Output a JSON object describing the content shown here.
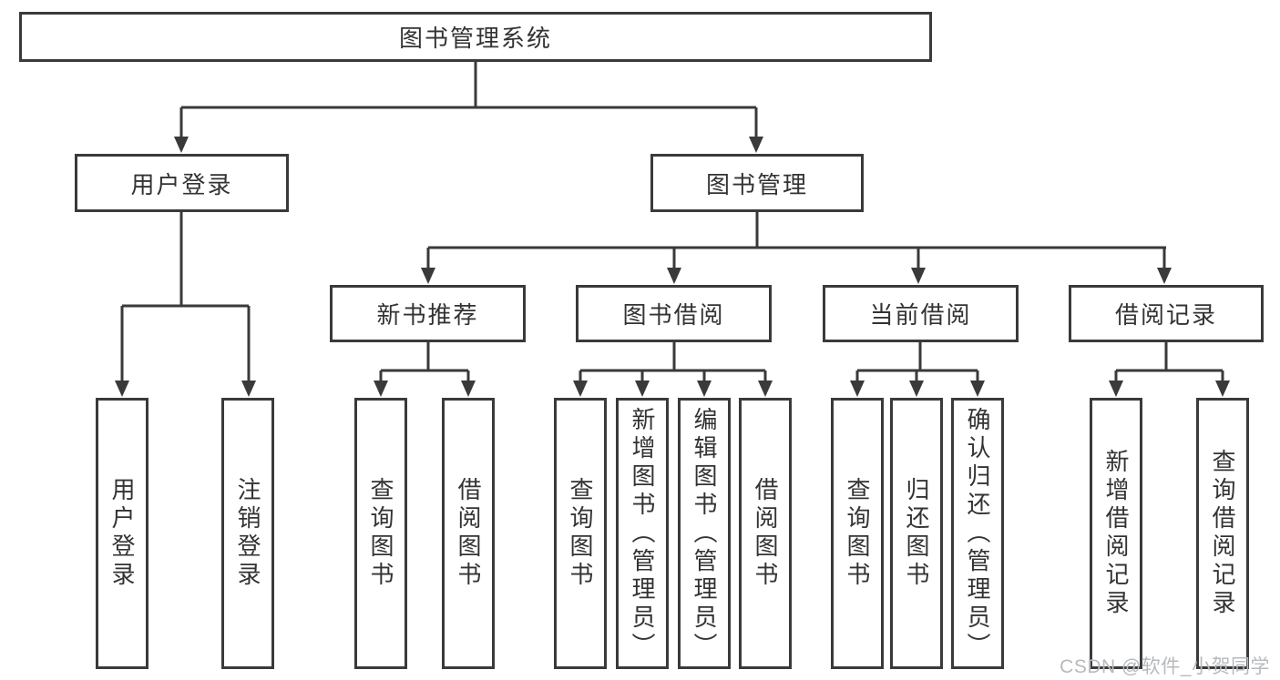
{
  "diagram": {
    "root": {
      "label": "图书管理系统"
    },
    "level2": [
      {
        "label": "用户登录"
      },
      {
        "label": "图书管理"
      }
    ],
    "level3": [
      {
        "label": "新书推荐"
      },
      {
        "label": "图书借阅"
      },
      {
        "label": "当前借阅"
      },
      {
        "label": "借阅记录"
      }
    ],
    "leaves": [
      {
        "label": "用户登录"
      },
      {
        "label": "注销登录"
      },
      {
        "label": "查询图书"
      },
      {
        "label": "借阅图书"
      },
      {
        "label": "查询图书"
      },
      {
        "label": "新增图书（管理员）"
      },
      {
        "label": "编辑图书（管理员）"
      },
      {
        "label": "借阅图书"
      },
      {
        "label": "查询图书"
      },
      {
        "label": "归还图书"
      },
      {
        "label": "确认归还（管理员）"
      },
      {
        "label": "新增借阅记录"
      },
      {
        "label": "查询借阅记录"
      }
    ],
    "watermark": "CSDN @软件_小贺同学",
    "colors": {
      "line": "#3a3a3a",
      "text": "#333333",
      "watermark": "#b7babd",
      "background": "#ffffff"
    }
  }
}
